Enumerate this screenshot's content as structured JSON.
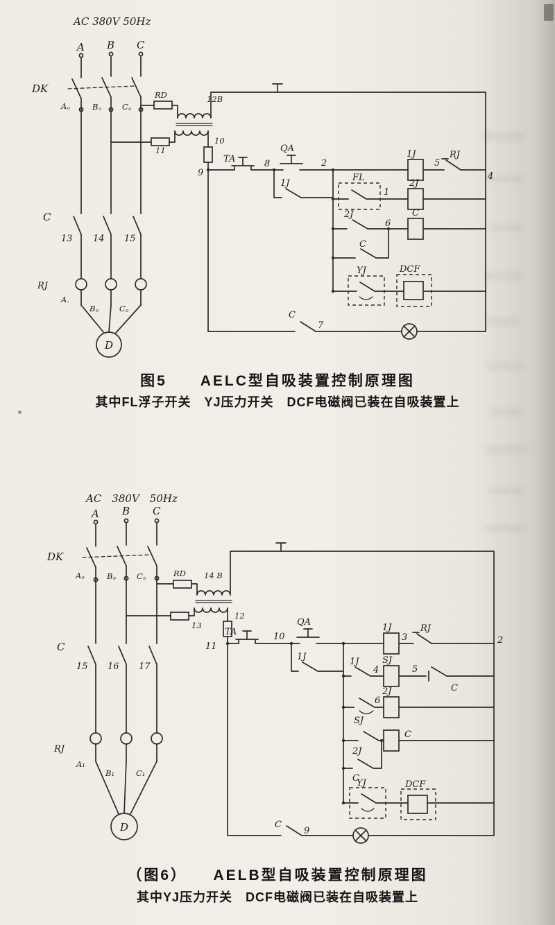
{
  "fig5": {
    "supply": "AC 380V 50Hz",
    "phase_a": "A",
    "phase_b": "B",
    "phase_c": "C",
    "dk": "DK",
    "a0": "A。",
    "b0": "B。",
    "c0": "C。",
    "rd": "RD",
    "n12b": "12B",
    "n11": "11",
    "n10": "10",
    "n9": "9",
    "c_main": "C",
    "n13": "13",
    "n14": "14",
    "n15": "15",
    "rj_main": "RJ",
    "a1": "A.",
    "b1": "B。",
    "c1": "C。",
    "motor": "D",
    "ta": "TA",
    "n8": "8",
    "qa": "QA",
    "n2": "2",
    "coil_1j": "1J",
    "n5": "5",
    "rj_contact": "RJ",
    "n4": "4",
    "hold_1j": "1J",
    "fl": "FL",
    "n1": "1",
    "coil_2j": "2J",
    "cont_2j": "2J",
    "n6": "6",
    "coil_c": "C",
    "hold_c": "C",
    "yj": "YJ",
    "dcf": "DCF",
    "c_lamp": "C",
    "n7": "7",
    "caption": "图5　　AELC型自吸装置控制原理图",
    "note": "其中FL浮子开关　YJ压力开关　DCF电磁阀已装在自吸装置上"
  },
  "fig6": {
    "supply": "AC　380V　50Hz",
    "phase_a": "A",
    "phase_b": "B",
    "phase_c": "C",
    "dk": "DK",
    "a0": "A。",
    "b0": "B。",
    "c0": "C。",
    "rd": "RD",
    "n14b": "14 B",
    "n13": "13",
    "n12": "12",
    "n11": "11",
    "c_main": "C",
    "n15": "15",
    "n16": "16",
    "n17": "17",
    "rj_main": "RJ",
    "a1": "A₁",
    "b1": "B₁",
    "c1": "C₁",
    "motor": "D",
    "ta": "TA",
    "n10": "10",
    "qa": "QA",
    "coil_1j": "1J",
    "n3": "3",
    "rj_contact": "RJ",
    "n2": "2",
    "hold_1j": "1J",
    "cont_1j": "1J",
    "n4": "4",
    "coil_sj": "SJ",
    "n5": "5",
    "c_nc": "C",
    "cont_sj": "SJ",
    "n6": "6",
    "coil_2j": "2J",
    "cont_2j": "2J",
    "coil_c": "C",
    "hold_c": "C",
    "yj": "YJ",
    "dcf": "DCF",
    "c_lamp": "C",
    "n9": "9",
    "caption": "（图6）　　AELB型自吸装置控制原理图",
    "note": "其中YJ压力开关　DCF电磁阀已装在自吸装置上"
  }
}
